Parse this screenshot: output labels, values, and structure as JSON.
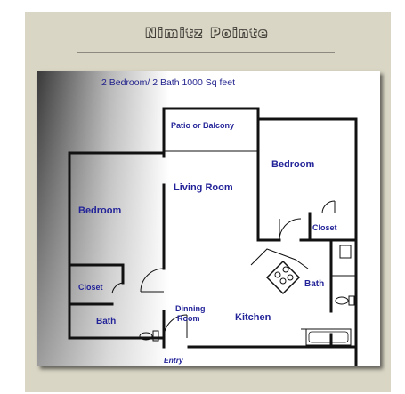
{
  "title": "Nimitz Pointe",
  "header_text": "2 Bedroom/ 2 Bath 1000 Sq feet",
  "rooms": {
    "patio": "Patio or Balcony",
    "bedroom_right": "Bedroom",
    "living_room": "Living Room",
    "bedroom_left": "Bedroom",
    "closet_right": "Closet",
    "closet_left": "Closet",
    "bath_right": "Bath",
    "dining_line1": "Dinning",
    "dining_line2": "Room",
    "kitchen": "Kitchen",
    "bath_left": "Bath",
    "entry": "Entry"
  },
  "colors": {
    "label": "#232399",
    "wall": "#111111",
    "frame": "#d9d6c5"
  }
}
